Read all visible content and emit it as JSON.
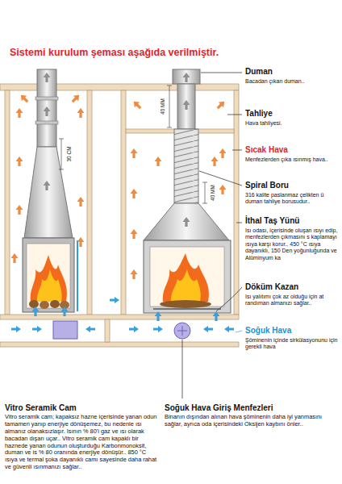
{
  "diagram": {
    "title": "Sistemi kurulum şeması aşağıda verilmiştir.",
    "labels": [
      "Duman",
      "Bacadan çıkan duman..",
      "Tahliye",
      "Hava tahliyesi.",
      "Sıcak Hava",
      "Menfezlerden çıka ısınmış hava..",
      "Spiral Boru",
      "316 kalite paslanmaz çelikten ü duman tahliye borusudur..",
      "İthal Taş Yünü",
      "Isı odası, içerisinde oluşan ısıyı edip, menfezlerden çıkmasını s kaplamayı ısıya karşı korur.. 450 °C ısıya dayanıklı, 150 Den yoğunluğunda ve Alüminyum ka",
      "Döküm Kazan",
      "Isı yalıtımı çok az olduğu için at randıman almanızı sağlar..",
      "Soğuk Hava",
      "Şöminenin içinde sirkülasyonunu için gerekli hava",
      "Vitro Seramik Cam",
      "Vitro seramik cam; kapaksız hazne içerisinde yanan odun tamamen yanıp enerjiye dönüşemez, bu nedenle ısı almanız olanaksızlaşır. Isının % 80'i gaz ve ısı olarak bacadan dışarı uçar.. Vitro seramik cam kapaklı bir haznede yanan odunun oluşturduğu Karbonmonoksit, duman ve is % 80 oranında enerjiye dönüşür.. 850 °C ısıya ve termal şoka dayanıklı camı sayesinde daha rahat ve güvenli ısınmanızı sağlar..",
      "Soğuk Hava Giriş Menfezleri",
      "Binanın dışından alınan hava şöminenin daha iyi yanmasını sağlar, ayrıca oda içerisindeki Oksijen kaybını önler..",
      "30 CM",
      "40 MM",
      "40 MM"
    ]
  }
}
